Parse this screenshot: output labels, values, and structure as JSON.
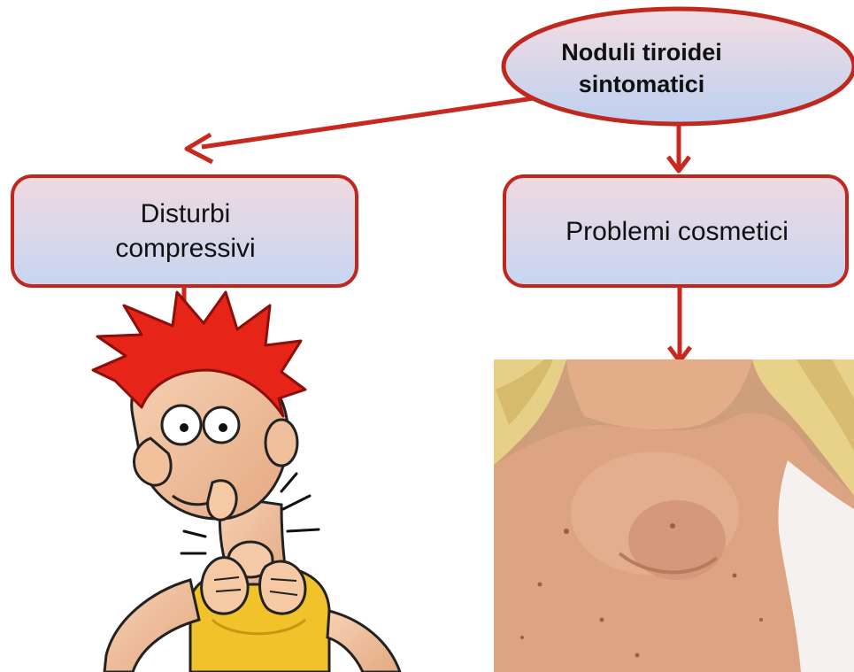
{
  "diagram": {
    "root": {
      "line1": "Noduli tiroidei",
      "line2": "sintomatici"
    },
    "left_box": {
      "line1": "Disturbi",
      "line2": "compressivi"
    },
    "right_box": {
      "label": "Problemi cosmetici"
    }
  },
  "colors": {
    "arrow": "#c8281e",
    "box_border": "#c0281e",
    "box_fill_top": "#ecd6de",
    "box_fill_bottom": "#c9d8f0"
  },
  "images": {
    "left": "cartoon-man-choking",
    "right": "neck-goiter-photo"
  }
}
